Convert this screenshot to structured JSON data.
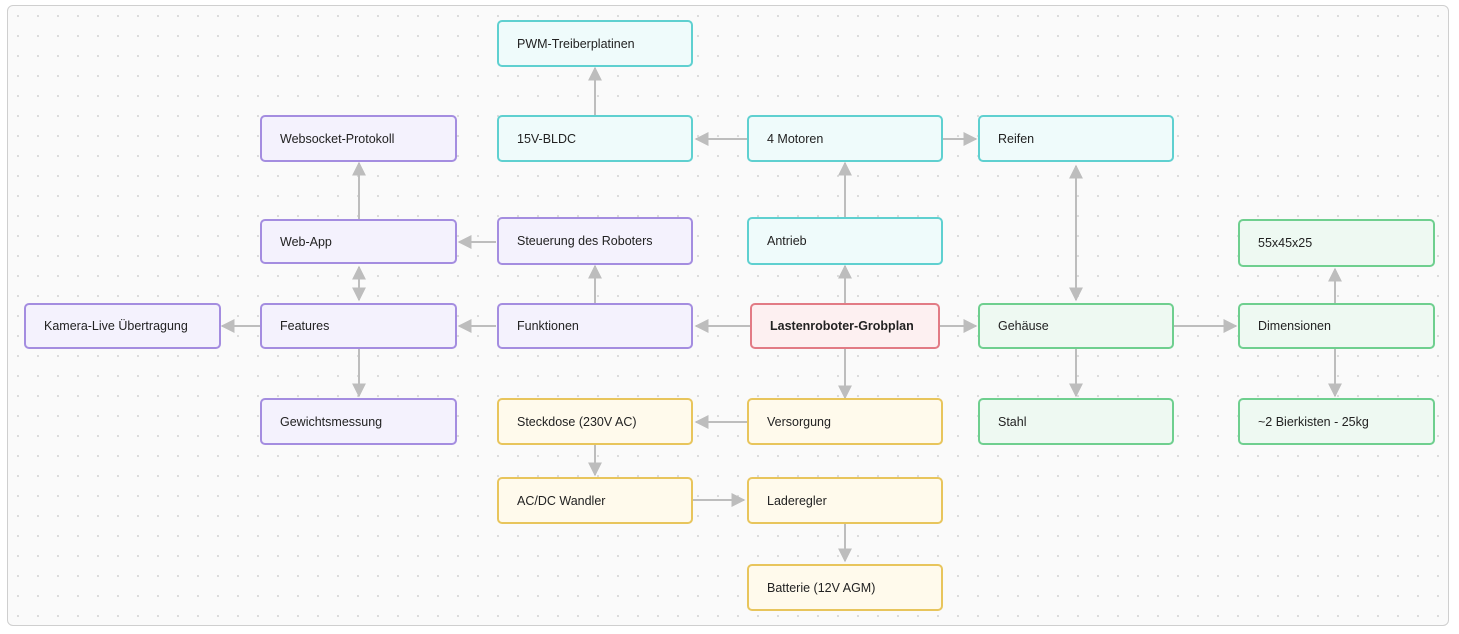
{
  "nodes": {
    "root": {
      "label": "Lastenroboter-Grobplan"
    },
    "pwm": {
      "label": "PWM-Treiberplatinen"
    },
    "bldc": {
      "label": "15V-BLDC"
    },
    "motoren": {
      "label": "4 Motoren"
    },
    "reifen": {
      "label": "Reifen"
    },
    "websocket": {
      "label": "Websocket-Protokoll"
    },
    "webapp": {
      "label": "Web-App"
    },
    "steuerung": {
      "label": "Steuerung des Roboters"
    },
    "antrieb": {
      "label": "Antrieb"
    },
    "dim_size": {
      "label": "55x45x25"
    },
    "kamera": {
      "label": "Kamera-Live Übertragung"
    },
    "features": {
      "label": "Features"
    },
    "funktionen": {
      "label": "Funktionen"
    },
    "gehaeuse": {
      "label": "Gehäuse"
    },
    "dimensionen": {
      "label": "Dimensionen"
    },
    "gewicht": {
      "label": "Gewichtsmessung"
    },
    "steckdose": {
      "label": "Steckdose (230V AC)"
    },
    "versorgung": {
      "label": "Versorgung"
    },
    "stahl": {
      "label": "Stahl"
    },
    "bierkisten": {
      "label": "~2 Bierkisten - 25kg"
    },
    "acdc": {
      "label": "AC/DC Wandler"
    },
    "laderegler": {
      "label": "Laderegler"
    },
    "batterie": {
      "label": "Batterie (12V AGM)"
    }
  },
  "colors": {
    "teal": "#5fd0d0",
    "purple": "#a48de0",
    "green": "#6fcf8f",
    "yellow": "#e8c55c",
    "red": "#e27b85",
    "edge": "#bdbdbd"
  }
}
